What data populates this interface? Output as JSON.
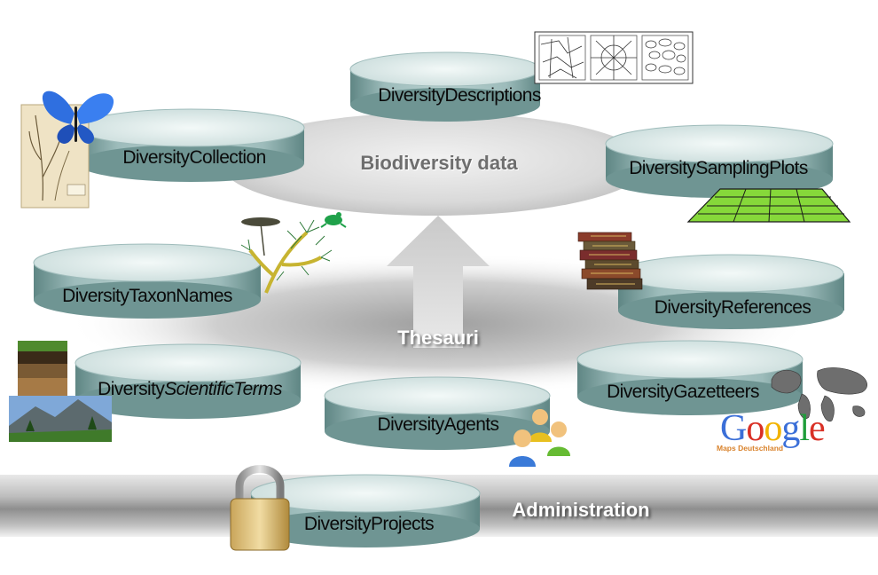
{
  "sections": {
    "biodiversity": "Biodiversity data",
    "thesauri": "Thesauri",
    "administration": "Administration"
  },
  "modules": {
    "descriptions": "DiversityDescriptions",
    "collection": "DiversityCollection",
    "sampling_plots": "DiversitySamplingPlots",
    "taxon_names": "DiversityTaxonNames",
    "references": "DiversityReferences",
    "scientific_terms_a": "Diversity",
    "scientific_terms_b": "ScientificTerms",
    "gazetteers": "DiversityGazetteers",
    "agents": "DiversityAgents",
    "projects": "DiversityProjects"
  },
  "google_logo": {
    "word": "Google",
    "letters": [
      "G",
      "o",
      "o",
      "g",
      "l",
      "e"
    ],
    "letter_colors": [
      "#3b6fd8",
      "#d93025",
      "#f2b300",
      "#3b6fd8",
      "#1f9d3a",
      "#d93025"
    ],
    "subtitle": "Maps Deutschland"
  },
  "colors": {
    "cylinder_side": "#8fb1b0",
    "cylinder_top": "#dfeceb",
    "ellipse_gray": "#d8d8d8",
    "band_gray": "#9a9a9a"
  }
}
